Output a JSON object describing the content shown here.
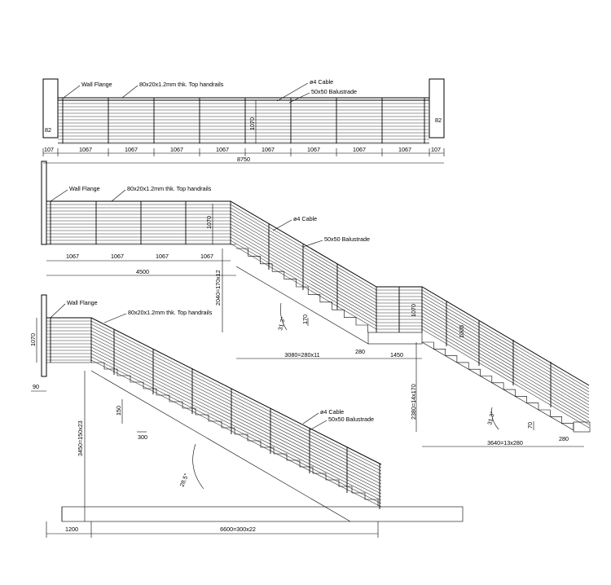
{
  "elevation_top": {
    "labels": {
      "wall_flange": "Wall Flange",
      "top_handrails": "80x20x1.2mm thk. Top handrails",
      "cable": "ø4 Cable",
      "balustrade": "50x50 Balustrade"
    },
    "dims": {
      "height": "1070",
      "post_offset_left": "82",
      "post_offset_right": "82",
      "end_left": "107",
      "end_right": "107",
      "spacings": [
        "1067",
        "1067",
        "1067",
        "1067",
        "1067",
        "1067",
        "1067",
        "1067"
      ],
      "overall": "8750"
    }
  },
  "elevation_middle": {
    "labels": {
      "wall_flange": "Wall Flange",
      "top_handrails": "80x20x1.2mm thk. Top handrails",
      "cable": "ø4 Cable",
      "balustrade": "50x50 Balustrade"
    },
    "dims": {
      "height": "1070",
      "height_landing": "1070",
      "height_slope": "1005",
      "spacings": [
        "1067",
        "1067",
        "1067",
        "1067"
      ],
      "landing_length": "4500",
      "rise_first": "2040=170x12",
      "rise_second": "2380=14x170",
      "angle_first": "31.3°",
      "angle_second": "31.3°",
      "riser_first": "170",
      "riser_second": "70",
      "run_first": "3080=280x11",
      "tread_first": "280",
      "landing_second": "1450",
      "run_second": "3640=13x280",
      "tread_second": "280"
    }
  },
  "elevation_bottom": {
    "labels": {
      "wall_flange": "Wall Flange",
      "top_handrails": "80x20x1.2mm thk. Top handrails",
      "cable": "ø4 Cable",
      "balustrade": "50x50 Balustrade"
    },
    "dims": {
      "height": "1070",
      "offset": "90",
      "rise": "3450=150x23",
      "riser": "150",
      "tread": "300",
      "angle": "28.5°",
      "landing": "1200",
      "run": "6600=300x22"
    }
  }
}
